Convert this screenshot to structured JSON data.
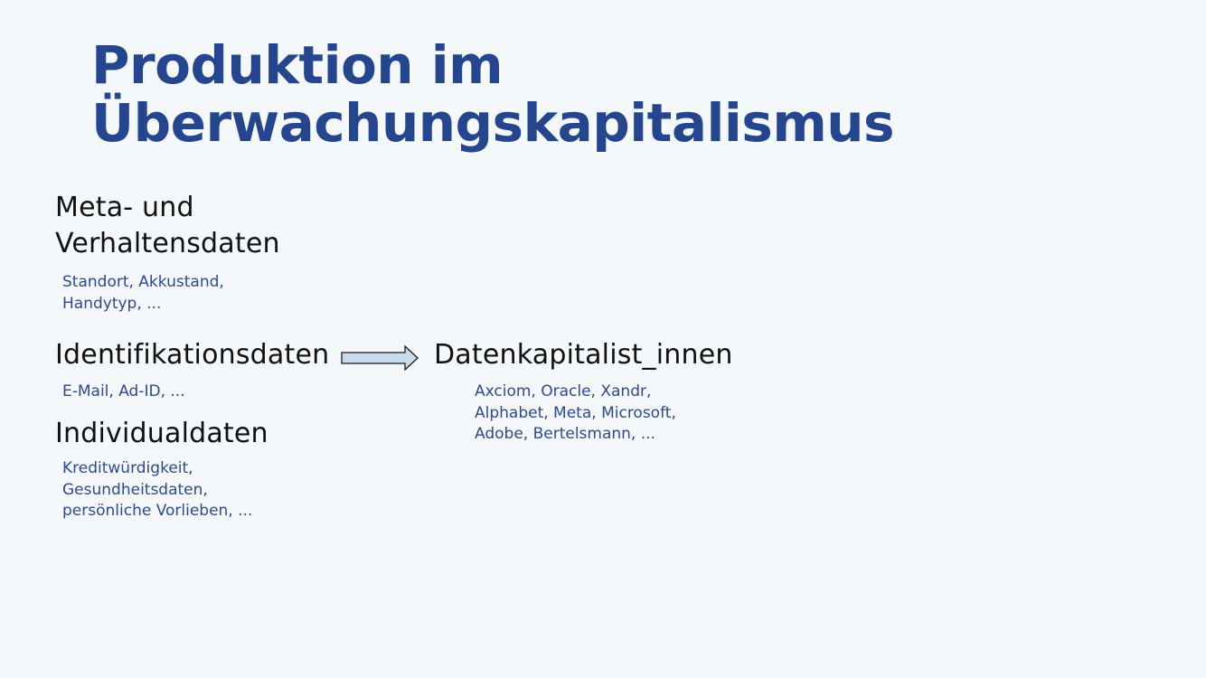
{
  "title": {
    "line1": "Produktion im",
    "line2": "Überwachungskapitalismus"
  },
  "meta": {
    "heading_line1": "Meta- und",
    "heading_line2": "Verhaltensdaten",
    "examples_line1": "Standort, Akkustand,",
    "examples_line2": "Handytyp, ..."
  },
  "ident": {
    "heading": "Identifikationsdaten",
    "examples": "E-Mail, Ad-ID, ..."
  },
  "indiv": {
    "heading": "Individualdaten",
    "examples_line1": "Kreditwürdigkeit,",
    "examples_line2": "Gesundheitsdaten,",
    "examples_line3": "persönliche Vorlieben, ..."
  },
  "capitalists": {
    "heading": "Datenkapitalist_innen",
    "examples_line1": "Axciom, Oracle, Xandr,",
    "examples_line2": "Alphabet, Meta, Microsoft,",
    "examples_line3": "Adobe, Bertelsmann, ..."
  },
  "colors": {
    "title": "#25468f",
    "subtext": "#2d4a90",
    "arrow_fill": "#c8dcee",
    "background": "#f4f8fb"
  }
}
